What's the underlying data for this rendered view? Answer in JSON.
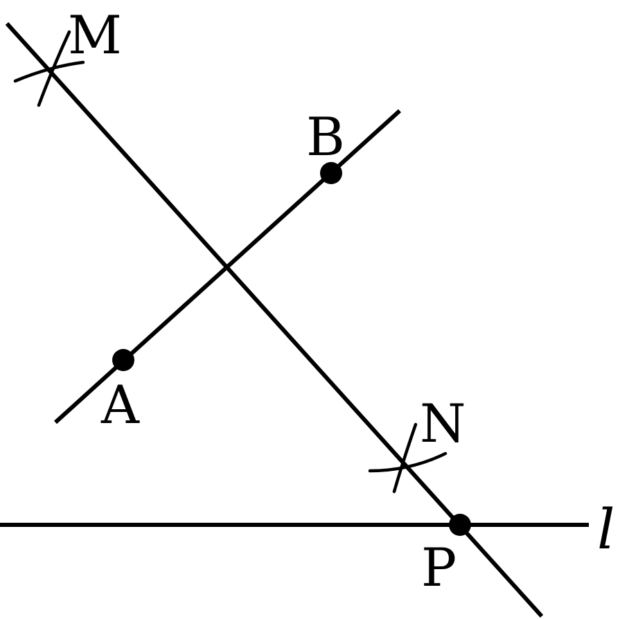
{
  "diagram": {
    "labels": {
      "M": "M",
      "B": "B",
      "A": "A",
      "N": "N",
      "P": "P",
      "l": "l"
    },
    "colors": {
      "ink": "#000000",
      "background": "#ffffff"
    }
  }
}
